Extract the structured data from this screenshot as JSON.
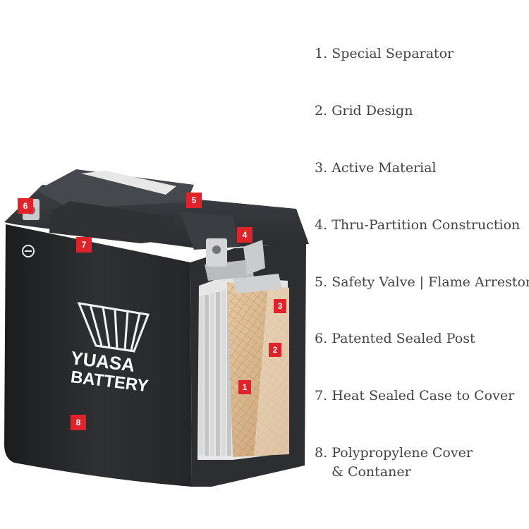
{
  "logo": {
    "brand": "YUASA",
    "sub": "BATTERY"
  },
  "callouts": [
    "1",
    "2",
    "3",
    "4",
    "5",
    "6",
    "7",
    "8"
  ],
  "legend": [
    {
      "num": "1.",
      "text": "Special Separator"
    },
    {
      "num": "2.",
      "text": "Grid Design"
    },
    {
      "num": "3.",
      "text": "Active Material"
    },
    {
      "num": "4.",
      "text": "Thru-Partition Construction"
    },
    {
      "num": "5.",
      "text": "Safety Valve | Flame Arrestor"
    },
    {
      "num": "6.",
      "text": "Patented Sealed Post"
    },
    {
      "num": "7.",
      "text": "Heat Sealed Case to Cover"
    },
    {
      "num": "8.",
      "text": "Polypropylene Cover",
      "text2": "& Contaner"
    }
  ],
  "colors": {
    "callout": "#e0232a",
    "case": "#2a2c2f",
    "plates": "#d9b890",
    "background": "#ffffff"
  }
}
